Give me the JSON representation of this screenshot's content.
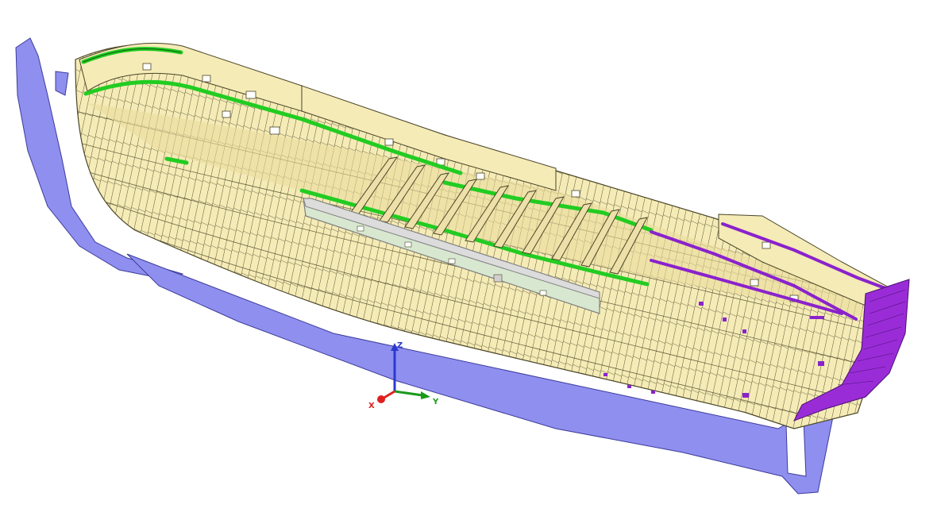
{
  "viewer": {
    "axis_triad": {
      "x_label": "X",
      "y_label": "Y",
      "z_label": "Z",
      "x_color": "#e02020",
      "y_color": "#1a9a1a",
      "z_color": "#2a3ad0"
    }
  },
  "model": {
    "plank_color": "#f5ebb6",
    "plank_line_color": "#4a4528",
    "cradle_color": "#8f8ff0",
    "cradle_edge_color": "#3c3c9a",
    "stern_color": "#9a2cd8",
    "rail_green_color": "#22cc22",
    "rail_purple_color": "#8a22cc",
    "wale_color": "#d8e8d0",
    "wale_edge_color": "#808080",
    "beam_color": "#ede0a8"
  }
}
